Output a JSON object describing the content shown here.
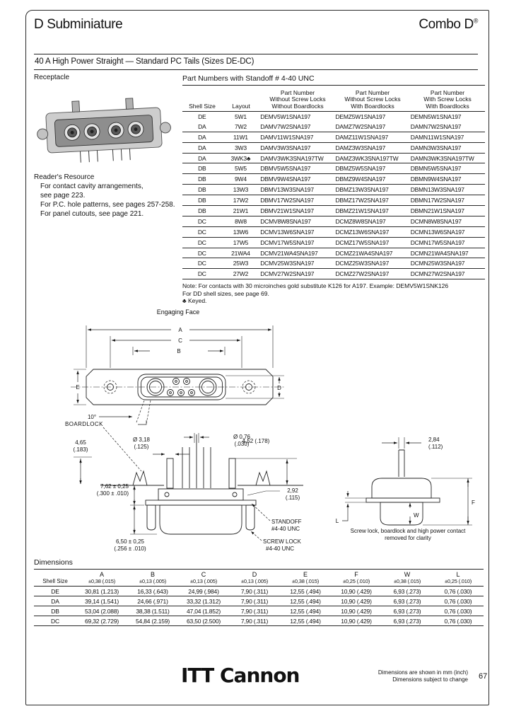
{
  "header": {
    "title_left": "D Subminiature",
    "title_right": "Combo D",
    "registered": "®"
  },
  "section": {
    "title": "40 A High Power Straight — Standard PC Tails (Sizes DE-DC)"
  },
  "receptacle": {
    "label": "Receptacle"
  },
  "readers_resource": {
    "title": "Reader's Resource",
    "lines": [
      "For contact cavity arrangements,",
      "see page 223.",
      "For P.C. hole patterns, see pages 257-258.",
      "For panel cutouts, see page 221."
    ]
  },
  "part_table": {
    "title": "Part Numbers with Standoff # 4-40 UNC",
    "headers": {
      "shell": "Shell Size",
      "layout": "Layout",
      "pn1": [
        "Part Number",
        "Without Screw Locks",
        "Without Boardlocks"
      ],
      "pn2": [
        "Part Number",
        "Without Screw Locks",
        "With Boardlocks"
      ],
      "pn3": [
        "Part Number",
        "With Screw Locks",
        "With Boardlocks"
      ]
    },
    "rows": [
      {
        "shell": "DE",
        "layout": "5W1",
        "pn1": "DEMV5W1SNA197",
        "pn2": "DEMZ5W1SNA197",
        "pn3": "DEMN5W1SNA197"
      },
      {
        "shell": "DA",
        "layout": "7W2",
        "pn1": "DAMV7W2SNA197",
        "pn2": "DAMZ7W2SNA197",
        "pn3": "DAMN7W2SNA197"
      },
      {
        "shell": "DA",
        "layout": "11W1",
        "pn1": "DAMV11W1SNA197",
        "pn2": "DAMZ11W1SNA197",
        "pn3": "DAMN11W1SNA197"
      },
      {
        "shell": "DA",
        "layout": "3W3",
        "pn1": "DAMV3W3SNA197",
        "pn2": "DAMZ3W3SNA197",
        "pn3": "DAMN3W3SNA197"
      },
      {
        "shell": "DA",
        "layout": "3WK3♣",
        "pn1": "DAMV3WK3SNA197TW",
        "pn2": "DAMZ3WK3SNA197TW",
        "pn3": "DAMN3WK3SNA197TW"
      },
      {
        "shell": "DB",
        "layout": "5W5",
        "pn1": "DBMV5W5SNA197",
        "pn2": "DBMZ5W5SNA197",
        "pn3": "DBMN5W5SNA197"
      },
      {
        "shell": "DB",
        "layout": "9W4",
        "pn1": "DBMV9W4SNA197",
        "pn2": "DBMZ9W4SNA197",
        "pn3": "DBMN9W4SNA197"
      },
      {
        "shell": "DB",
        "layout": "13W3",
        "pn1": "DBMV13W3SNA197",
        "pn2": "DBMZ13W3SNA197",
        "pn3": "DBMN13W3SNA197"
      },
      {
        "shell": "DB",
        "layout": "17W2",
        "pn1": "DBMV17W2SNA197",
        "pn2": "DBMZ17W2SNA197",
        "pn3": "DBMN17W2SNA197"
      },
      {
        "shell": "DB",
        "layout": "21W1",
        "pn1": "DBMV21W1SNA197",
        "pn2": "DBMZ21W1SNA197",
        "pn3": "DBMN21W1SNA197"
      },
      {
        "shell": "DC",
        "layout": "8W8",
        "pn1": "DCMV8W8SNA197",
        "pn2": "DCMZ8W8SNA197",
        "pn3": "DCMN8W8SNA197"
      },
      {
        "shell": "DC",
        "layout": "13W6",
        "pn1": "DCMV13W6SNA197",
        "pn2": "DCMZ13W6SNA197",
        "pn3": "DCMN13W6SNA197"
      },
      {
        "shell": "DC",
        "layout": "17W5",
        "pn1": "DCMV17W5SNA197",
        "pn2": "DCMZ17W5SNA197",
        "pn3": "DCMN17W5SNA197"
      },
      {
        "shell": "DC",
        "layout": "21WA4",
        "pn1": "DCMV21WA4SNA197",
        "pn2": "DCMZ21WA4SNA197",
        "pn3": "DCMN21WA4SNA197"
      },
      {
        "shell": "DC",
        "layout": "25W3",
        "pn1": "DCMV25W3SNA197",
        "pn2": "DCMZ25W3SNA197",
        "pn3": "DCMN25W3SNA197"
      },
      {
        "shell": "DC",
        "layout": "27W2",
        "pn1": "DCMV27W2SNA197",
        "pn2": "DCMZ27W2SNA197",
        "pn3": "DCMN27W2SNA197"
      }
    ],
    "notes": [
      "Note: For contacts with 30 microinches gold substitute K126 for A197. Example: DEMV5W1SNK126",
      "For DD shell sizes, see page 69.",
      "♣ Keyed."
    ]
  },
  "drawings": {
    "engaging_face": {
      "title": "Engaging Face",
      "dim_a": "A",
      "dim_b": "B",
      "dim_c": "C",
      "dim_d": "D",
      "dim_e": "E",
      "angle": "10°"
    },
    "boardlock": {
      "label": "BOARDLOCK",
      "dim_465": [
        "4,65",
        "(.183)"
      ],
      "dim_318": [
        "Ø 3,18",
        "(.125)"
      ],
      "dim_076": [
        "Ø 0,76",
        "(.030)"
      ],
      "dim_452": "4,52 (.178)",
      "dim_762": [
        "7,62 ± 0,25",
        "(.300 ± .010)"
      ],
      "dim_292": [
        "2,92",
        "(.115)"
      ],
      "standoff": [
        "STANDOFF",
        "#4-40 UNC"
      ],
      "dim_650": [
        "6,50 ± 0,25",
        "(.256 ± .010)"
      ],
      "screw_lock": [
        "SCREW LOCK",
        "#4-40 UNC"
      ]
    },
    "side_view": {
      "dim_284": [
        "2,84",
        "(.112)"
      ],
      "dim_l": "L",
      "dim_w": "W",
      "dim_f": "F",
      "caption": [
        "Screw lock, boardlock and high power contact",
        "removed for clarity"
      ]
    }
  },
  "dimensions_table": {
    "title": "Dimensions",
    "shell_header": "Shell Size",
    "columns": [
      {
        "letter": "A",
        "tol": "±0,38 (.015)"
      },
      {
        "letter": "B",
        "tol": "±0,13 (.005)"
      },
      {
        "letter": "C",
        "tol": "±0,13 (.005)"
      },
      {
        "letter": "D",
        "tol": "±0,13 (.005)"
      },
      {
        "letter": "E",
        "tol": "±0,38 (.015)"
      },
      {
        "letter": "F",
        "tol": "±0,25 (.010)"
      },
      {
        "letter": "W",
        "tol": "±0,38 (.015)"
      },
      {
        "letter": "L",
        "tol": "±0,25 (.010)"
      }
    ],
    "rows": [
      {
        "shell": "DE",
        "values": [
          "30,81 (1.213)",
          "16,33 (.643)",
          "24,99 (.984)",
          "7,90 (.311)",
          "12,55 (.494)",
          "10,90 (.429)",
          "6,93 (.273)",
          "0,76 (.030)"
        ]
      },
      {
        "shell": "DA",
        "values": [
          "39,14 (1.541)",
          "24,66 (.971)",
          "33,32 (1.312)",
          "7,90 (.311)",
          "12,55 (.494)",
          "10,90 (.429)",
          "6,93 (.273)",
          "0,76 (.030)"
        ]
      },
      {
        "shell": "DB",
        "values": [
          "53,04 (2.088)",
          "38,38 (1.511)",
          "47,04 (1.852)",
          "7,90 (.311)",
          "12,55 (.494)",
          "10,90 (.429)",
          "6,93 (.273)",
          "0,76 (.030)"
        ]
      },
      {
        "shell": "DC",
        "values": [
          "69,32 (2.729)",
          "54,84 (2.159)",
          "63,50 (2.500)",
          "7,90 (.311)",
          "12,55 (.494)",
          "10,90 (.429)",
          "6,93 (.273)",
          "0,76 (.030)"
        ]
      }
    ]
  },
  "footer": {
    "logo": "ITT Cannon",
    "note1": "Dimensions are shown in mm (inch)",
    "note2": "Dimensions subject to change",
    "page_number": "67"
  }
}
